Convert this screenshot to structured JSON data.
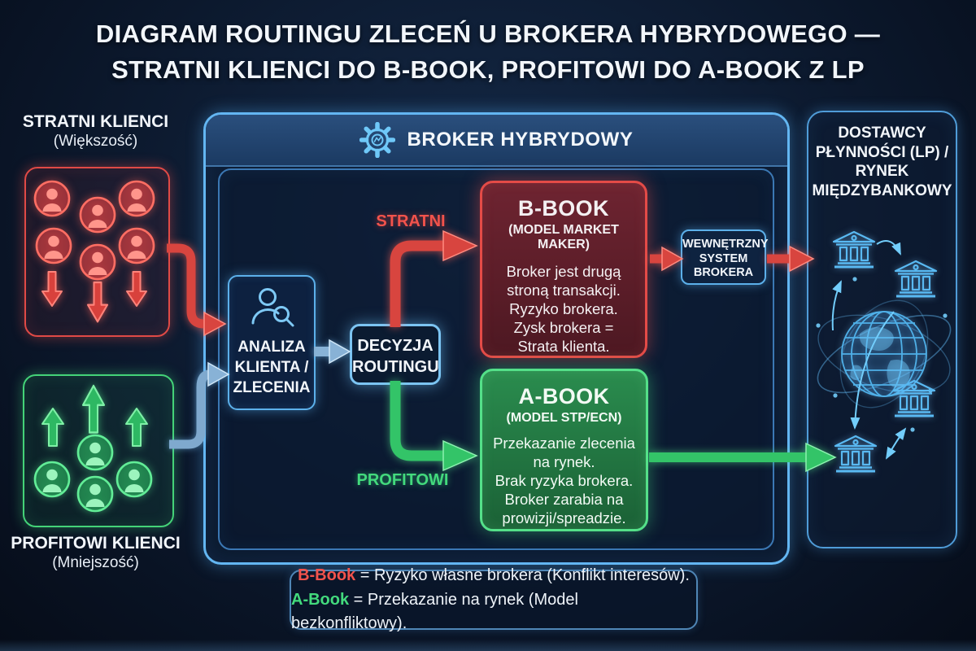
{
  "title": {
    "line1": "DIAGRAM ROUTINGU ZLECEŃ U BROKERA HYBRYDOWEGO —",
    "line2": "STRATNI KLIENCI DO B-BOOK, PROFITOWI DO A-BOOK Z LP"
  },
  "losing_clients": {
    "label": "STRATNI KLIENCI",
    "sublabel": "(Większość)"
  },
  "profitable_clients": {
    "label": "PROFITOWI KLIENCI",
    "sublabel": "(Mniejszość)"
  },
  "broker": {
    "header": "BROKER HYBRYDOWY"
  },
  "analysis_box": {
    "lines": [
      "ANALIZA",
      "KLIENTA /",
      "ZLECENIA"
    ]
  },
  "routing_box": {
    "lines": [
      "DECYZJA",
      "ROUTINGU"
    ]
  },
  "flows": {
    "losing": "STRATNI",
    "profitable": "PROFITOWI"
  },
  "b_book": {
    "title": "B-BOOK",
    "subtitle": "(MODEL MARKET MAKER)",
    "body": [
      "Broker jest drugą",
      "stroną transakcji.",
      "Ryzyko brokera.",
      "Zysk brokera =",
      "Strata klienta."
    ]
  },
  "a_book": {
    "title": "A-BOOK",
    "subtitle": "(MODEL STP/ECN)",
    "body": [
      "Przekazanie zlecenia",
      "na rynek.",
      "Brak ryzyka brokera.",
      "Broker zarabia na",
      "prowizji/spreadzie."
    ]
  },
  "internal_system": {
    "lines": [
      "WEWNĘTRZNY",
      "SYSTEM",
      "BROKERA"
    ]
  },
  "lp_panel": {
    "lines": [
      "DOSTAWCY",
      "PŁYNNOŚCI (LP) /",
      "RYNEK",
      "MIĘDZYBANKOWY"
    ]
  },
  "legend": {
    "line1_key": "B-Book",
    "line1_rest": "= Ryzyko własne brokera (Konflikt interesów).",
    "line2_key": "A-Book",
    "line2_rest": "= Przekazanie na rynek (Model bezkonfliktowy)."
  },
  "colors": {
    "red": "#e0453f",
    "green": "#33c468",
    "blue": "#5cb0ea",
    "steel": "#88b2d6"
  },
  "icons": {
    "broker": "gear-icon",
    "analysis": "person-search-icon",
    "clients": "user-icon",
    "liquidity": "bank-icon",
    "market": "globe-icon"
  }
}
